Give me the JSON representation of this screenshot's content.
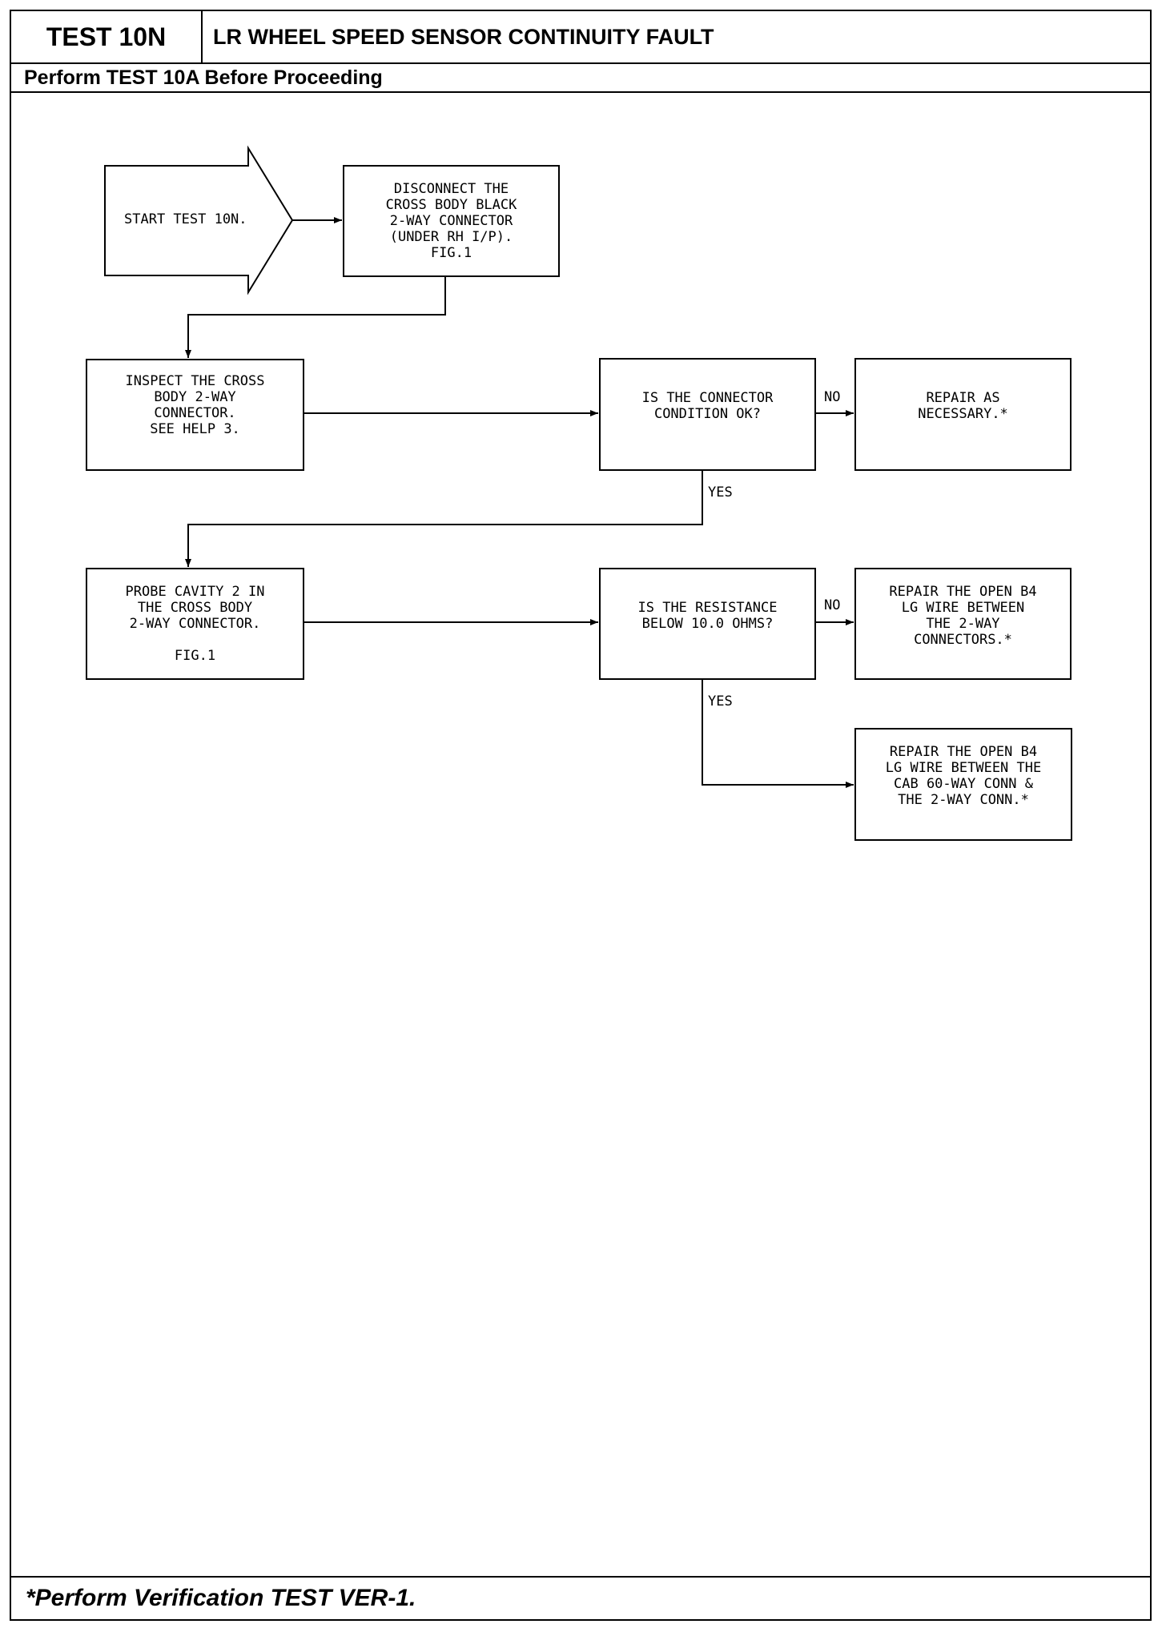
{
  "header": {
    "test_id": "TEST 10N",
    "title": "LR WHEEL SPEED SENSOR CONTINUITY FAULT",
    "prerequisite": "Perform TEST 10A Before Proceeding"
  },
  "flow": {
    "start": "START TEST 10N.",
    "disconnect": "DISCONNECT THE\nCROSS BODY BLACK\n2-WAY CONNECTOR\n(UNDER RH I/P).\nFIG.1",
    "inspect": "INSPECT THE CROSS\nBODY 2-WAY\nCONNECTOR.\nSEE HELP 3.",
    "q_connector": "IS THE CONNECTOR\nCONDITION OK?",
    "repair_necessary": "REPAIR AS\nNECESSARY.*",
    "probe": "PROBE CAVITY 2 IN\nTHE CROSS BODY\n2-WAY CONNECTOR.\n\nFIG.1",
    "q_resistance": "IS THE RESISTANCE\nBELOW 10.0 OHMS?",
    "repair_open_2way": "REPAIR THE OPEN B4\nLG WIRE BETWEEN\nTHE 2-WAY\nCONNECTORS.*",
    "repair_open_cab": "REPAIR THE OPEN B4\nLG WIRE BETWEEN THE\nCAB 60-WAY CONN &\nTHE 2-WAY CONN.*",
    "no1": "NO",
    "yes1": "YES",
    "no2": "NO",
    "yes2": "YES"
  },
  "footer": {
    "note": "*Perform Verification TEST VER-1."
  }
}
